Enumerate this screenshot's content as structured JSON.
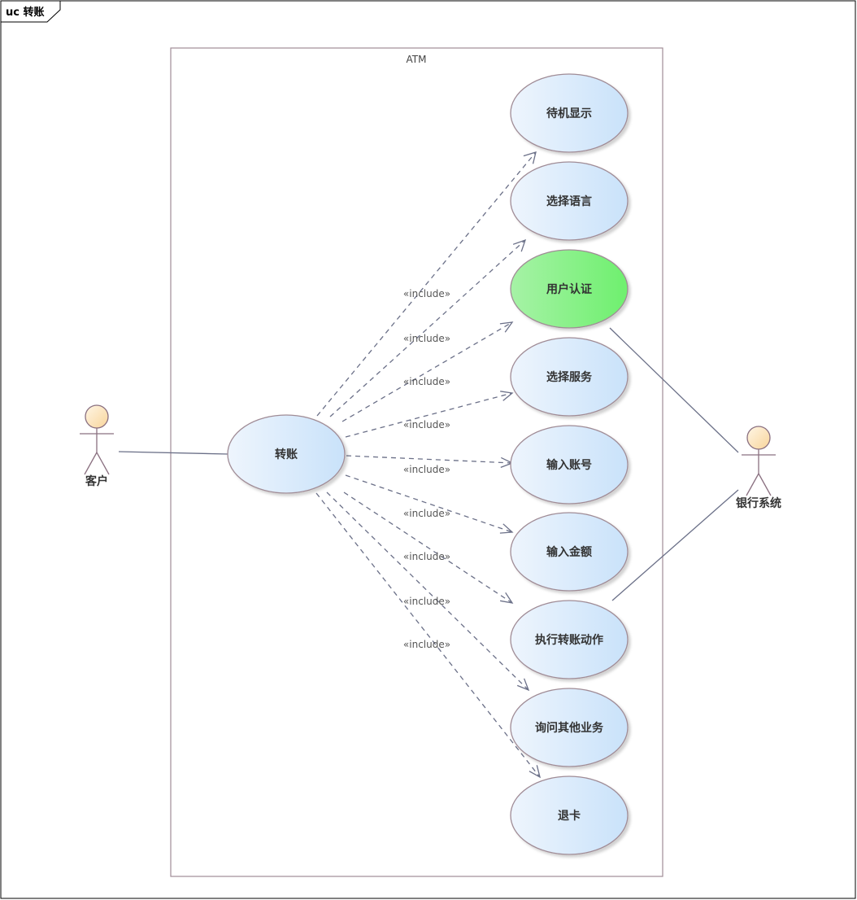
{
  "frame": {
    "label": "uc 转账"
  },
  "system": {
    "label": "ATM"
  },
  "actors": {
    "customer": "客户",
    "bank": "银行系统"
  },
  "main_use_case": "转账",
  "use_cases": {
    "uc1": "待机显示",
    "uc2": "选择语言",
    "uc3": "用户认证",
    "uc4": "选择服务",
    "uc5": "输入账号",
    "uc6": "输入金额",
    "uc7": "执行转账动作",
    "uc8": "询问其他业务",
    "uc9": "退卡"
  },
  "include_labels": {
    "l1": "«include»",
    "l2": "«include»",
    "l3": "«include»",
    "l4": "«include»",
    "l5": "«include»",
    "l6": "«include»",
    "l7": "«include»",
    "l8": "«include»",
    "l9": "«include»"
  },
  "colors": {
    "use_case_fill": "#dcecfb",
    "highlight_fill": "#7ef07e",
    "actor_fill": "#fde6bf",
    "line": "#6b7088",
    "border": "#a08c96"
  }
}
